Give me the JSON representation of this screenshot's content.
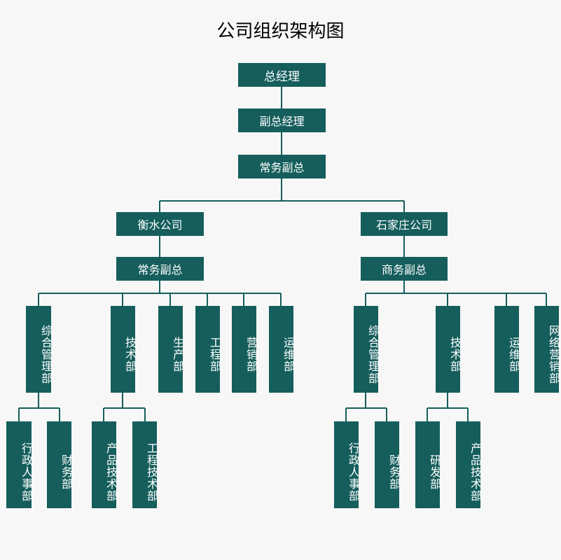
{
  "title": "公司组织架构图",
  "nodes": {
    "ceo": "总经理",
    "deputy": "副总经理",
    "exec_vp": "常务副总",
    "hengshui": {
      "name": "衡水公司",
      "vp": "常务副总",
      "depts": {
        "admin": "综合管理部",
        "tech": "技术部",
        "production": "生产部",
        "engineering": "工程部",
        "marketing": "营销部",
        "ops": "运维部"
      },
      "admin_sub": [
        "行政人事部",
        "财务部"
      ],
      "tech_sub": [
        "产品技术部",
        "工程技术部"
      ]
    },
    "shijiazhuang": {
      "name": "石家庄公司",
      "vp": "商务副总",
      "depts": {
        "admin": "综合管理部",
        "tech": "技术部",
        "ops": "运维部",
        "net_marketing": "网络营销部"
      },
      "admin_sub": [
        "行政人事部",
        "财务部"
      ],
      "tech_sub": [
        "研发部",
        "产品技术部"
      ]
    }
  }
}
